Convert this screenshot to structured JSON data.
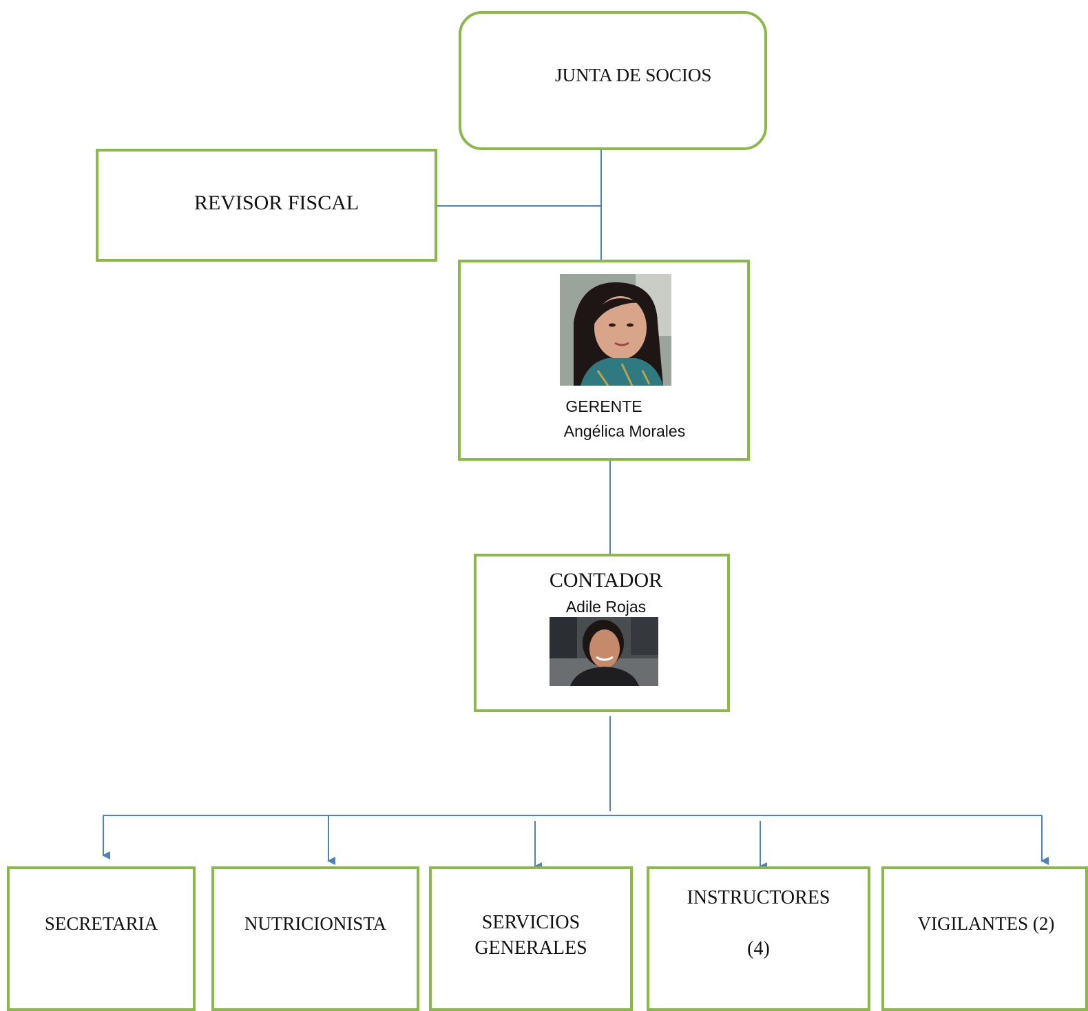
{
  "junta": {
    "label": "JUNTA DE SOCIOS"
  },
  "revisor": {
    "label": "REVISOR FISCAL"
  },
  "gerente": {
    "title": "GERENTE",
    "name": "Angélica Morales"
  },
  "contador": {
    "title": "CONTADOR",
    "name": "Adile Rojas"
  },
  "departments": {
    "secretaria": "SECRETARIA",
    "nutricionista": "NUTRICIONISTA",
    "servicios_line1": "SERVICIOS",
    "servicios_line2": "GENERALES",
    "instructores": "INSTRUCTORES",
    "instructores_count": "(4)",
    "vigilantes": "VIGILANTES (2)"
  },
  "colors": {
    "box_border": "#8cb84a",
    "connector": "#4f81bd"
  }
}
